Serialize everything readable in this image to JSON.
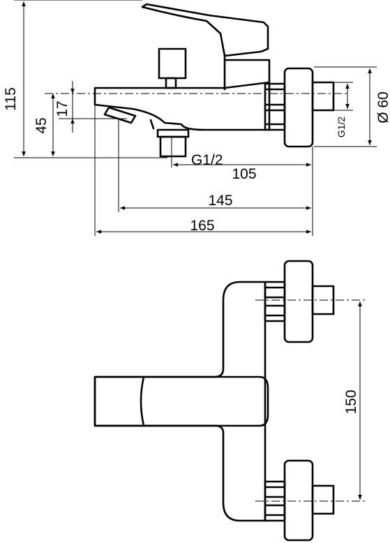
{
  "side_view": {
    "height_total": "115",
    "height_spout": "45",
    "height_offset": "17",
    "thread_outlet": "G1/2",
    "depth_outlet": "105",
    "depth_spout": "145",
    "depth_total": "165",
    "flange_diameter": "Ø 60",
    "thread_inlet": "G1/2"
  },
  "top_view": {
    "inlet_spacing": "150"
  }
}
